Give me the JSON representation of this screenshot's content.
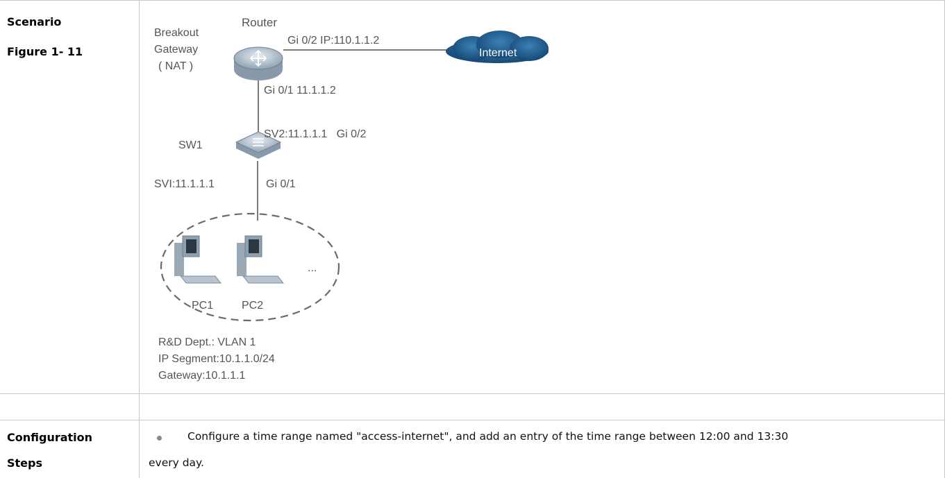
{
  "row_labels": {
    "scenario": "Scenario",
    "figure": "Figure 1- 11",
    "config_line1": "Configuration",
    "config_line2": "Steps"
  },
  "diagram": {
    "router_label": "Router",
    "router_role": [
      "Breakout",
      "Gateway",
      "( NAT )"
    ],
    "router_gi02": "Gi 0/2 IP:110.1.1.2",
    "internet_label": "Internet",
    "router_gi01": "Gi 0/1 11.1.1.2",
    "sw1_uplink": "SV2:11.1.1.1   Gi 0/2",
    "sw1_label": "SW1",
    "sw1_svi": "SVI:11.1.1.1",
    "sw1_gi01": "Gi 0/1",
    "pc1_label": "PC1",
    "pc2_label": "PC2",
    "ellipsis": "...",
    "footer": [
      "R&D Dept.: VLAN 1",
      "IP Segment:10.1.1.0/24",
      "Gateway:10.1.1.1"
    ]
  },
  "steps": {
    "line1": "Configure a time range named \"access-internet\", and add an entry of the time range between 12:00 and 13:30",
    "line2": "every day."
  },
  "colors": {
    "border": "#c8c8c8",
    "cloud": "#1e5a8c",
    "device": "#a9b8c6",
    "diagram_text": "#555555"
  }
}
